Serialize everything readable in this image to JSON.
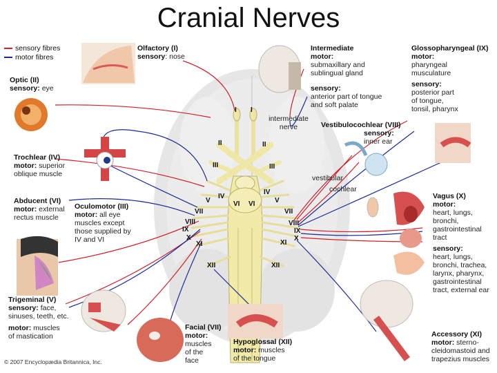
{
  "title": "Cranial Nerves",
  "legend": {
    "sensory": "sensory fibres",
    "motor": "motor fibres",
    "sensory_color": "#d0202a",
    "motor_color": "#1a2a9a"
  },
  "nerves": {
    "olfactory": {
      "name": "Olfactory (I)",
      "l1k": "sensory",
      "l1v": ": nose"
    },
    "optic": {
      "name": "Optic (II)",
      "l1k": "sensory:",
      "l1v": " eye"
    },
    "trochlear": {
      "name": "Trochlear (IV)",
      "l1k": "motor:",
      "l1v": " superior",
      "l2": "oblique muscle"
    },
    "abducent": {
      "name": "Abducent (VI)",
      "l1k": "motor:",
      "l1v": " external",
      "l2": "rectus muscle"
    },
    "oculomotor": {
      "name": "Oculomotor (III)",
      "l1k": "motor:",
      "l1v": " all eye",
      "l2": "muscles except",
      "l3": "those supplied by",
      "l4": "IV and VI"
    },
    "trigeminal": {
      "name": "Trigeminal (V)",
      "l1k": "sensory:",
      "l1v": " face,",
      "l2": "sinuses, teeth, etc.",
      "l3k": "motor:",
      "l3v": " muscles",
      "l4": "of mastication"
    },
    "facial": {
      "name": "Facial (VII)",
      "l1k": "motor:",
      "l2": "muscles",
      "l3": "of the",
      "l4": "face"
    },
    "hypoglossal": {
      "name": "Hypoglossal (XII)",
      "l1k": "motor:",
      "l1v": " muscles",
      "l2": "of the tongue"
    },
    "accessory": {
      "name": "Accessory (XI)",
      "l1k": "motor:",
      "l1v": " sterno-",
      "l2": "cleidomastoid and",
      "l3": "trapezius muscles"
    },
    "intermediate": {
      "name": "Intermediate",
      "l1k": "motor:",
      "l2": "submaxillary and",
      "l3": "sublingual gland",
      "l4k": "sensory:",
      "l5": "anterior part of tongue",
      "l6": "and soft palate"
    },
    "glossopharyngeal": {
      "name": "Glossopharyngeal (IX)",
      "l1k": "motor:",
      "l2": "pharyngeal",
      "l3": "musculature",
      "l4k": "sensory:",
      "l5": "posterior part",
      "l6": "of tongue,",
      "l7": "tonsil, pharynx"
    },
    "vestibulocochlear": {
      "name": "Vestibulocochlear (VIII)",
      "l1k": "sensory:",
      "l2": "inner ear"
    },
    "vagus": {
      "name": "Vagus (X)",
      "l1k": "motor:",
      "l2": "heart, lungs,",
      "l3": "bronchi,",
      "l4": "gastrointestinal",
      "l5": "tract",
      "l6k": "sensory:",
      "l7": "heart, lungs,",
      "l8": "bronchi, trachea,",
      "l9": "larynx, pharynx,",
      "l10": "gastrointestinal",
      "l11": "tract, external ear"
    }
  },
  "brain_labels": {
    "intermediate_nerve_1": "intermediate",
    "intermediate_nerve_2": "nerve",
    "vestibular": "vestibular",
    "cochlear": "cochlear"
  },
  "roman": {
    "I": "I",
    "II": "II",
    "III": "III",
    "IV": "IV",
    "V": "V",
    "VI": "VI",
    "VII": "VII",
    "VIII": "VIII",
    "IX": "IX",
    "X": "X",
    "XI": "XI",
    "XII": "XII"
  },
  "copyright": "© 2007 Encyclopædia Britannica, Inc."
}
